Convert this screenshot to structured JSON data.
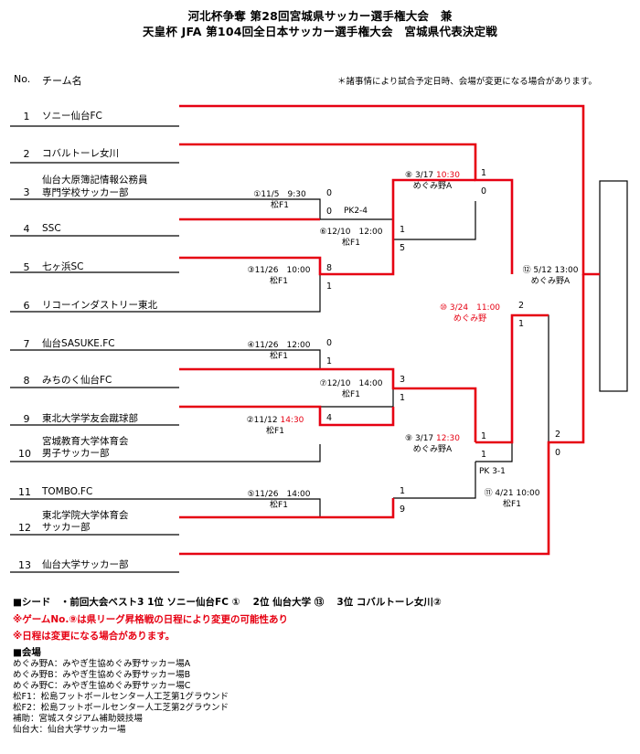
{
  "title": {
    "line1": "河北杯争奪 第28回宮城県サッカー選手権大会　兼",
    "line2": "天皇杯 JFA 第104回全日本サッカー選手権大会　宮城県代表決定戦"
  },
  "header": {
    "no": "No.",
    "team": "チーム名",
    "note": "＊諸事情により試合予定日時、会場が変更になる場合があります。"
  },
  "teams": [
    {
      "no": "1",
      "name1": "ソニー仙台FC",
      "name2": ""
    },
    {
      "no": "2",
      "name1": "コバルトーレ女川",
      "name2": ""
    },
    {
      "no": "3",
      "name1": "仙台大原簿記情報公務員",
      "name2": "専門学校サッカー部"
    },
    {
      "no": "4",
      "name1": "SSC",
      "name2": ""
    },
    {
      "no": "5",
      "name1": "七ヶ浜SC",
      "name2": ""
    },
    {
      "no": "6",
      "name1": "リコーインダストリー東北",
      "name2": ""
    },
    {
      "no": "7",
      "name1": "仙台SASUKE.FC",
      "name2": ""
    },
    {
      "no": "8",
      "name1": "みちのく仙台FC",
      "name2": ""
    },
    {
      "no": "9",
      "name1": "東北大学学友会蹴球部",
      "name2": ""
    },
    {
      "no": "10",
      "name1": "宮城教育大学体育会",
      "name2": "男子サッカー部"
    },
    {
      "no": "11",
      "name1": "TOMBO.FC",
      "name2": ""
    },
    {
      "no": "12",
      "name1": "東北学院大学体育会",
      "name2": "サッカー部"
    },
    {
      "no": "13",
      "name1": "仙台大学サッカー部",
      "name2": ""
    }
  ],
  "matches": {
    "m1": {
      "date": "①11/5　9:30",
      "time": "",
      "venue": "松F1",
      "top": "0",
      "bottom": "0",
      "pk": "PK2-4"
    },
    "m2": {
      "date": "②11/12 ",
      "time": "14:30",
      "venue": "松F1",
      "top": "4",
      "bottom": ""
    },
    "m3": {
      "date": "③11/26　10:00",
      "time": "",
      "venue": "松F1",
      "top": "8",
      "bottom": "1"
    },
    "m4": {
      "date": "④11/26　12:00",
      "time": "",
      "venue": "松F1",
      "top": "0",
      "bottom": "1"
    },
    "m5": {
      "date": "⑤11/26　14:00",
      "time": "",
      "venue": "松F1",
      "top": "1",
      "bottom": "9"
    },
    "m6": {
      "date": "⑥12/10　12:00",
      "time": "",
      "venue": "松F1",
      "top": "1",
      "bottom": "5"
    },
    "m7": {
      "date": "⑦12/10　14:00",
      "time": "",
      "venue": "松F1",
      "top": "3",
      "bottom": "1"
    },
    "m8": {
      "date": "⑧ 3/17 ",
      "time": "10:30",
      "venue": "めぐみ野A",
      "top": "1",
      "bottom": "0"
    },
    "m9": {
      "date": "⑨ 3/17 ",
      "time": "12:30",
      "venue": "めぐみ野A",
      "top": "1",
      "bottom": "1",
      "pk": "PK 3-1"
    },
    "m10": {
      "date": "⑩ 3/24　11:00",
      "venue": "めぐみ野",
      "top": "2",
      "bottom": "1"
    },
    "m11": {
      "date": "⑪ 4/21 10:00",
      "venue": "松F1"
    },
    "m12": {
      "date": "⑫ 5/12 13:00",
      "venue": "めぐみ野A",
      "top": "2",
      "bottom": "0"
    }
  },
  "legend": {
    "seed": "■シード　・前回大会ベスト3 1位 ソニー仙台FC ①　 2位 仙台大学 ⑬　 3位 コバルトーレ女川②",
    "red1": "※ゲームNo.⑨は県リーグ昇格戦の日程により変更の可能性あり",
    "red2": "※日程は変更になる場合があります。",
    "venue_title": "■会場",
    "venues": [
      "めぐみ野A：みやぎ生協めぐみ野サッカー場A",
      "めぐみ野B：みやぎ生協めぐみ野サッカー場B",
      "めぐみ野C：みやぎ生協めぐみ野サッカー場C",
      "松F1：松島フットボールセンター人工芝第1グラウンド",
      "松F2：松島フットボールセンター人工芝第2グラウンド",
      "補助：宮城スタジアム補助競技場",
      "仙台大：仙台大学サッカー場"
    ]
  },
  "colors": {
    "win": "#e60012",
    "line": "#000000"
  }
}
